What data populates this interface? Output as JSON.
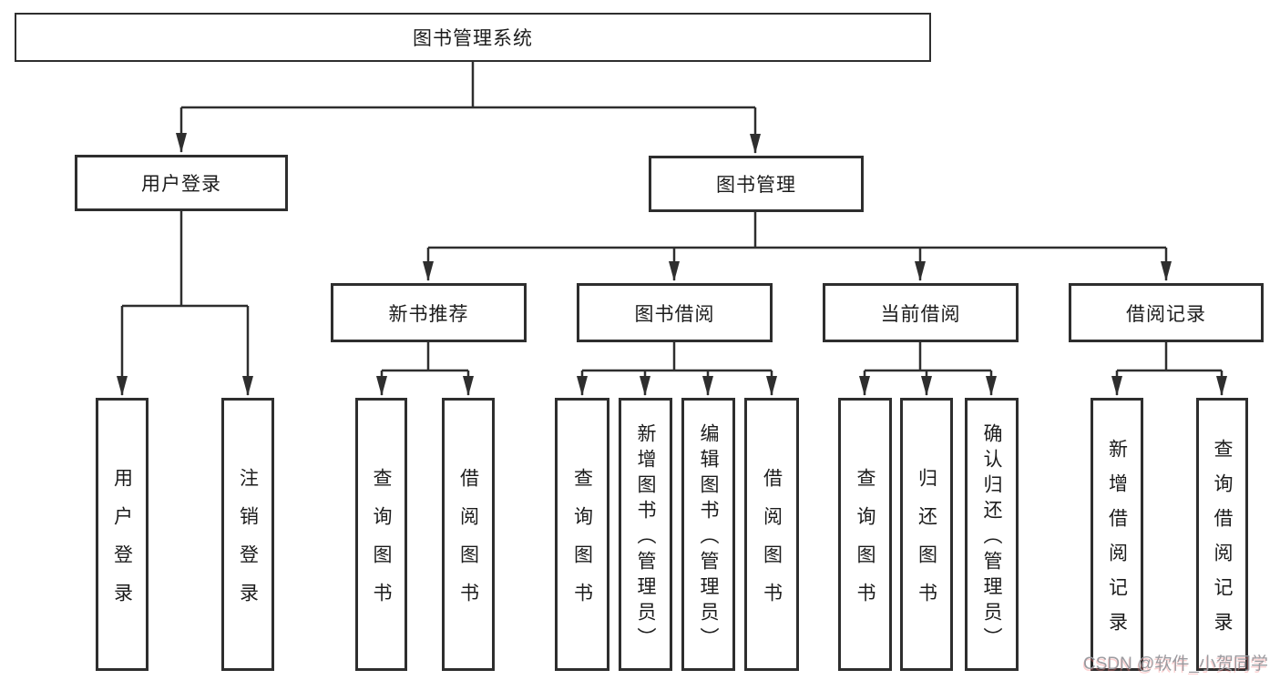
{
  "diagram": {
    "colors": {
      "line": "#2e2e2e",
      "ink": "#1c1c1c",
      "background": "#ffffff",
      "watermark": "#9b9ba0"
    },
    "root": {
      "label": "图书管理系统"
    },
    "level2": [
      {
        "label": "用户登录"
      },
      {
        "label": "图书管理"
      }
    ],
    "level3": [
      {
        "label": "新书推荐"
      },
      {
        "label": "图书借阅"
      },
      {
        "label": "当前借阅"
      },
      {
        "label": "借阅记录"
      }
    ],
    "leaves": {
      "user_login": [
        "用户登录",
        "注销登录"
      ],
      "new_book": [
        "查询图书",
        "借阅图书"
      ],
      "book_borrow": [
        "查询图书",
        "新增图书（管理员）",
        "编辑图书（管理员）",
        "借阅图书"
      ],
      "current_borrow": [
        "查询图书",
        "归还图书",
        "确认归还（管理员）"
      ],
      "borrow_record": [
        "新增借阅记录",
        "查询借阅记录"
      ]
    }
  },
  "watermark": {
    "text": "CSDN @软件_小贺同学"
  }
}
